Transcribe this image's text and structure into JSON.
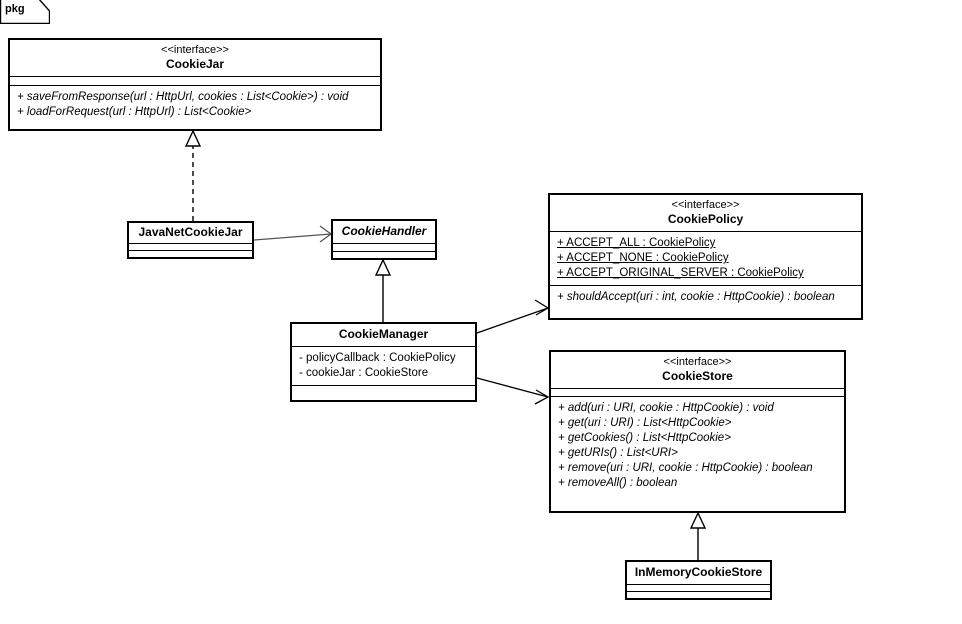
{
  "diagram": {
    "type": "uml-class-diagram",
    "frame_label": "pkg",
    "classes": [
      {
        "id": "cookiejar",
        "stereotype": "<<interface>>",
        "name": "CookieJar",
        "abstract": false,
        "attributes": [],
        "methods": [
          "+ saveFromResponse(url : HttpUrl, cookies : List<Cookie>) : void",
          "+ loadForRequest(url : HttpUrl) : List<Cookie>"
        ]
      },
      {
        "id": "javanetcookiejar",
        "stereotype": "",
        "name": "JavaNetCookieJar",
        "abstract": false,
        "attributes": [],
        "methods": []
      },
      {
        "id": "cookiehandler",
        "stereotype": "",
        "name": "CookieHandler",
        "abstract": true,
        "attributes": [],
        "methods": []
      },
      {
        "id": "cookiemanager",
        "stereotype": "",
        "name": "CookieManager",
        "abstract": false,
        "attributes": [
          "- policyCallback : CookiePolicy",
          "- cookieJar : CookieStore"
        ],
        "methods": []
      },
      {
        "id": "cookiepolicy",
        "stereotype": "<<interface>>",
        "name": "CookiePolicy",
        "abstract": false,
        "attributes": [
          "+ ACCEPT_ALL : CookiePolicy",
          "+ ACCEPT_NONE : CookiePolicy",
          "+ ACCEPT_ORIGINAL_SERVER : CookiePolicy"
        ],
        "methods": [
          "+ shouldAccept(uri : int, cookie : HttpCookie) : boolean"
        ]
      },
      {
        "id": "cookiestore",
        "stereotype": "<<interface>>",
        "name": "CookieStore",
        "abstract": false,
        "attributes": [],
        "methods": [
          "+ add(uri : URI, cookie : HttpCookie) : void",
          "+ get(uri : URI) : List<HttpCookie>",
          "+ getCookies() : List<HttpCookie>",
          "+ getURIs() : List<URI>",
          "+ remove(uri : URI, cookie : HttpCookie) : boolean",
          "+ removeAll() : boolean"
        ]
      },
      {
        "id": "inmemorycookiestore",
        "stereotype": "",
        "name": "InMemoryCookieStore",
        "abstract": false,
        "attributes": [],
        "methods": []
      }
    ],
    "relationships": [
      {
        "from": "javanetcookiejar",
        "to": "cookiejar",
        "kind": "realization"
      },
      {
        "from": "javanetcookiejar",
        "to": "cookiehandler",
        "kind": "association"
      },
      {
        "from": "cookiemanager",
        "to": "cookiehandler",
        "kind": "generalization"
      },
      {
        "from": "cookiemanager",
        "to": "cookiepolicy",
        "kind": "association"
      },
      {
        "from": "cookiemanager",
        "to": "cookiestore",
        "kind": "association"
      },
      {
        "from": "inmemorycookiestore",
        "to": "cookiestore",
        "kind": "realization"
      }
    ],
    "colors": {
      "line": "#000000",
      "association_line": "#555555",
      "background": "#ffffff",
      "text": "#000000"
    }
  }
}
